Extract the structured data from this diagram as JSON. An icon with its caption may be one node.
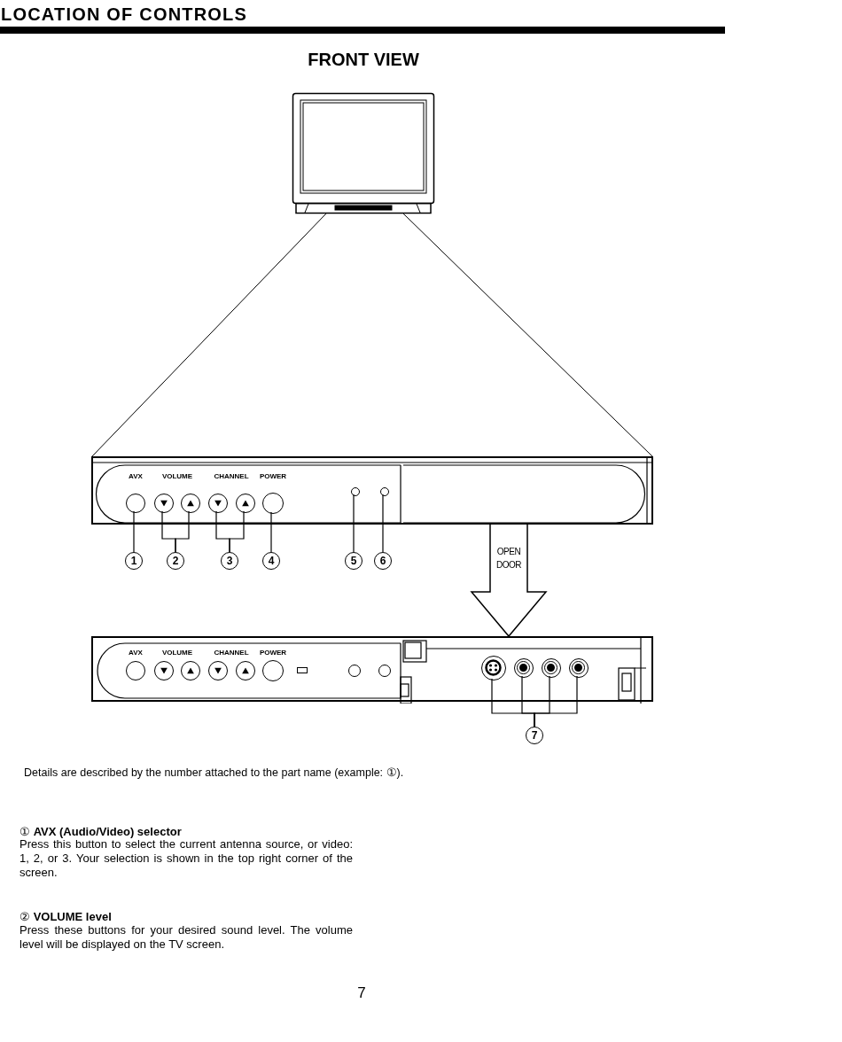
{
  "diagram": {
    "title": "LOCATION OF CONTROLS",
    "nodes": [
      {
        "text": [
          "AVX",
          "VOLUME",
          "CHANNEL",
          "POWER"
        ]
      },
      {
        "text": [],
        "shape": "circle",
        "in": 0
      },
      {
        "text": [],
        "shape": "circle",
        "in": 0
      },
      {
        "text": [],
        "shape": "circle",
        "in": 0
      },
      {
        "text": [],
        "shape": "circle",
        "in": 0
      },
      {
        "text": [],
        "shape": "circle",
        "in": 0
      },
      {
        "text": [],
        "shape": "circle",
        "in": 0
      },
      {
        "text": [],
        "shape": "circle",
        "in": 0
      },
      {
        "text": [],
        "shape": "circle",
        "in": 0
      },
      {
        "text": [
          "1"
        ]
      },
      {
        "text": [
          "2"
        ]
      },
      {
        "text": [
          "3"
        ]
      },
      {
        "text": [
          "4"
        ]
      },
      {
        "text": [
          "5"
        ]
      },
      {
        "text": [
          "6"
        ]
      },
      {
        "text": [
          "AVX",
          "VOLUME",
          "CHANNEL",
          "POWER"
        ]
      },
      {
        "text": [],
        "shape": "circle",
        "in": 15
      },
      {
        "text": [],
        "shape": "circle",
        "in": 15
      },
      {
        "text": [],
        "shape": "circle",
        "in": 15
      },
      {
        "text": [],
        "shape": "circle",
        "in": 15
      },
      {
        "text": [
          "7"
        ]
      },
      {
        "text": [],
        "shape": "circle",
        "in": 15
      },
      {
        "text": [],
        "shape": "circle",
        "in": 15
      },
      {
        "text": [],
        "shape": "circle",
        "in": 15
      },
      {
        "text": [],
        "shape": "circle",
        "in": 15
      },
      {
        "text": [],
        "shape": "circle",
        "in": 15
      },
      {
        "text": [],
        "shape": "circle",
        "in": 15
      },
      {
        "text": [],
        "shape": "bar",
        "in": 15
      },
      {
        "text": [],
        "shape": "circle",
        "in": 15
      },
      {
        "text": [],
        "shape": "circle",
        "in": 15
      }
    ],
    "edges": [
      {
        "from": 9,
        "to": 1,
        "arrow": "none"
      },
      {
        "from": 10,
        "to": 2,
        "arrow": "none"
      },
      {
        "from": 10,
        "to": 3,
        "arrow": "none"
      },
      {
        "from": 11,
        "to": 4,
        "arrow": "none"
      },
      {
        "from": 11,
        "to": 5,
        "arrow": "none"
      },
      {
        "from": 12,
        "to": 6,
        "arrow": "none"
      },
      {
        "from": 13,
        "to": 7,
        "arrow": "none"
      },
      {
        "from": 14,
        "to": 8,
        "arrow": "none"
      },
      {
        "from": 0,
        "to": 15,
        "arrow": "to",
        "label": "OPEN DOOR",
        "style": "thick"
      },
      {
        "from": 20,
        "to": 16,
        "arrow": "none"
      },
      {
        "from": 20,
        "to": 17,
        "arrow": "none"
      },
      {
        "from": 20,
        "to": 18,
        "arrow": "none"
      },
      {
        "from": 20,
        "to": 19,
        "arrow": "none"
      }
    ],
    "labels": [
      "FRONT VIEW",
      "Details are described  by the number attached to the part name (example: ①).",
      "① **AVX (Audio/Video) selector**",
      "Press this button to select the current antenna source, or video: 1, 2, or 3. Your selection is shown in the top right corner of the screen.",
      "② **VOLUME level**",
      "Press these buttons for your desired sound level. The volume level will be displayed on the TV screen.",
      "7"
    ]
  }
}
